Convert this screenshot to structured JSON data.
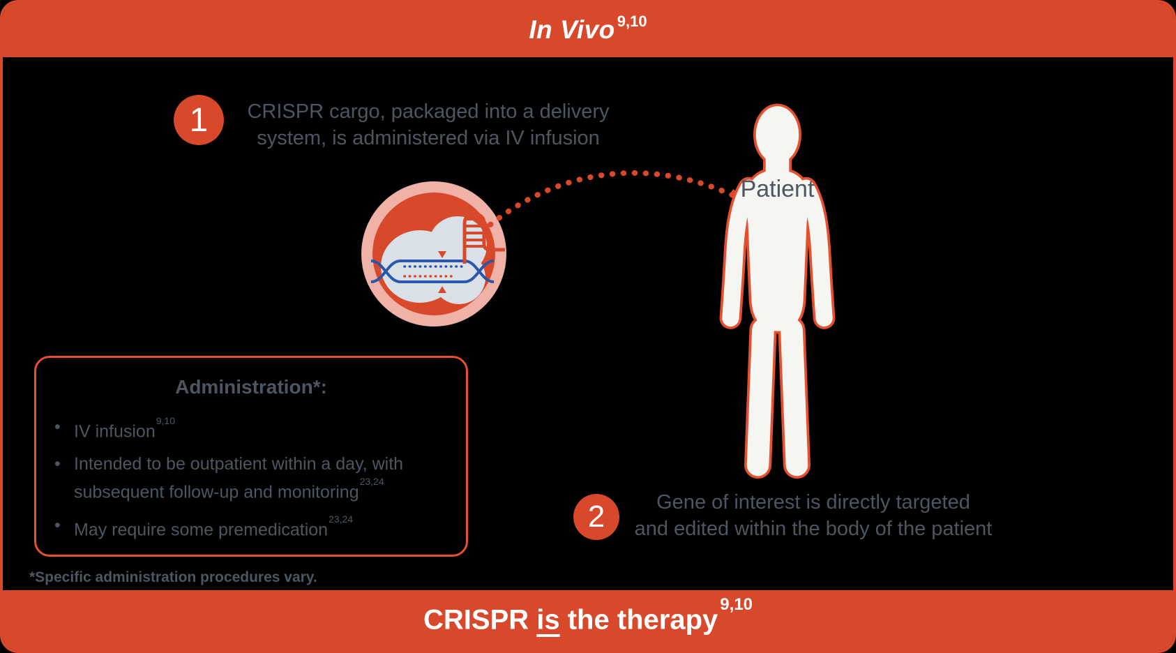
{
  "colors": {
    "accent": "#D7492A",
    "accent_border": "#E5512E",
    "pink": "#F0B2A7",
    "blob": "#D9E0E8",
    "dna_blue": "#2A57A9",
    "text_gray": "#4D5661",
    "patient_fill": "#F5F5F2",
    "banner_text": "#FFFFFF",
    "bg": "#000000"
  },
  "top_banner": {
    "title": "In Vivo",
    "ref": "9,10"
  },
  "steps": [
    {
      "number": "1",
      "line1": "CRISPR cargo, packaged into a delivery",
      "line2": "system, is administered via IV infusion"
    },
    {
      "number": "2",
      "line1": "Gene of interest is directly targeted",
      "line2": "and edited within the body of the patient"
    }
  ],
  "patient_label": "Patient",
  "admin_box": {
    "title": "Administration*:",
    "bullet_char": "•",
    "bullets": [
      {
        "text": "IV infusion",
        "ref": "9,10"
      },
      {
        "text": "Intended to be outpatient within a day, with subsequent follow-up and monitoring",
        "ref": "23,24"
      },
      {
        "text": "May require some premedication",
        "ref": "23,24"
      }
    ]
  },
  "footnote": "*Specific administration procedures vary.",
  "bottom_banner": {
    "prefix": "CRISPR ",
    "emphasis": "is",
    "suffix": " the therapy",
    "ref": "9,10"
  },
  "icons": {
    "crispr_cargo": "crispr-cargo-delivery-icon",
    "arrow": "dotted-delivery-arrow-icon",
    "patient": "patient-silhouette"
  }
}
